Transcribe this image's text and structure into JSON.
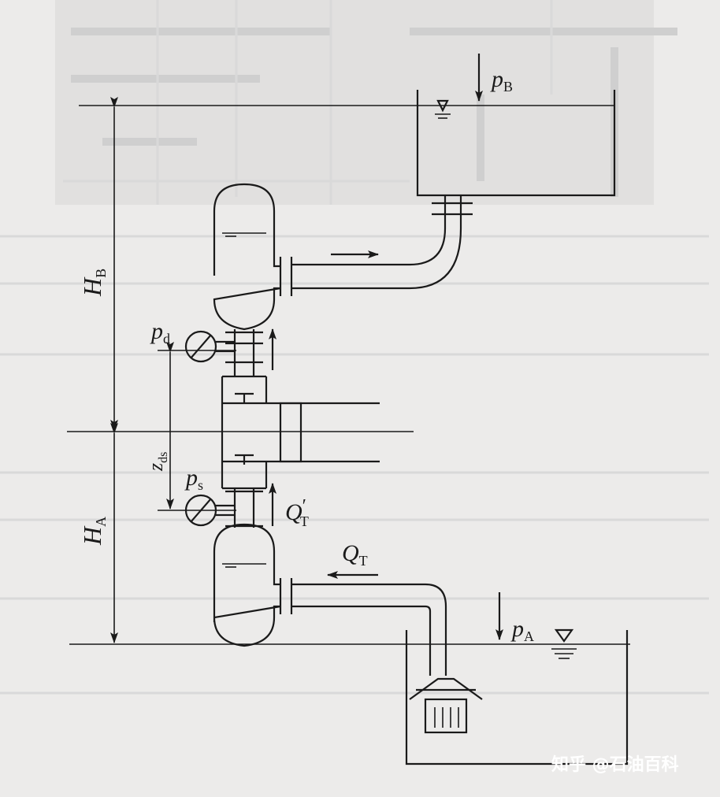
{
  "labels": {
    "p_B": {
      "main": "p",
      "sub": "B"
    },
    "H_B": {
      "main": "H",
      "sub": "B"
    },
    "H_A": {
      "main": "H",
      "sub": "A"
    },
    "p_d": {
      "main": "p",
      "sub": "d"
    },
    "p_s": {
      "main": "p",
      "sub": "s"
    },
    "z_ds": {
      "main": "z",
      "sub": "ds"
    },
    "Q_T_prime": {
      "main": "Q",
      "prime": "′",
      "sub": "T"
    },
    "Q_T": {
      "main": "Q",
      "sub": "T"
    },
    "p_A": {
      "main": "p",
      "sub": "A"
    }
  },
  "watermark": "知乎 @石油百科"
}
